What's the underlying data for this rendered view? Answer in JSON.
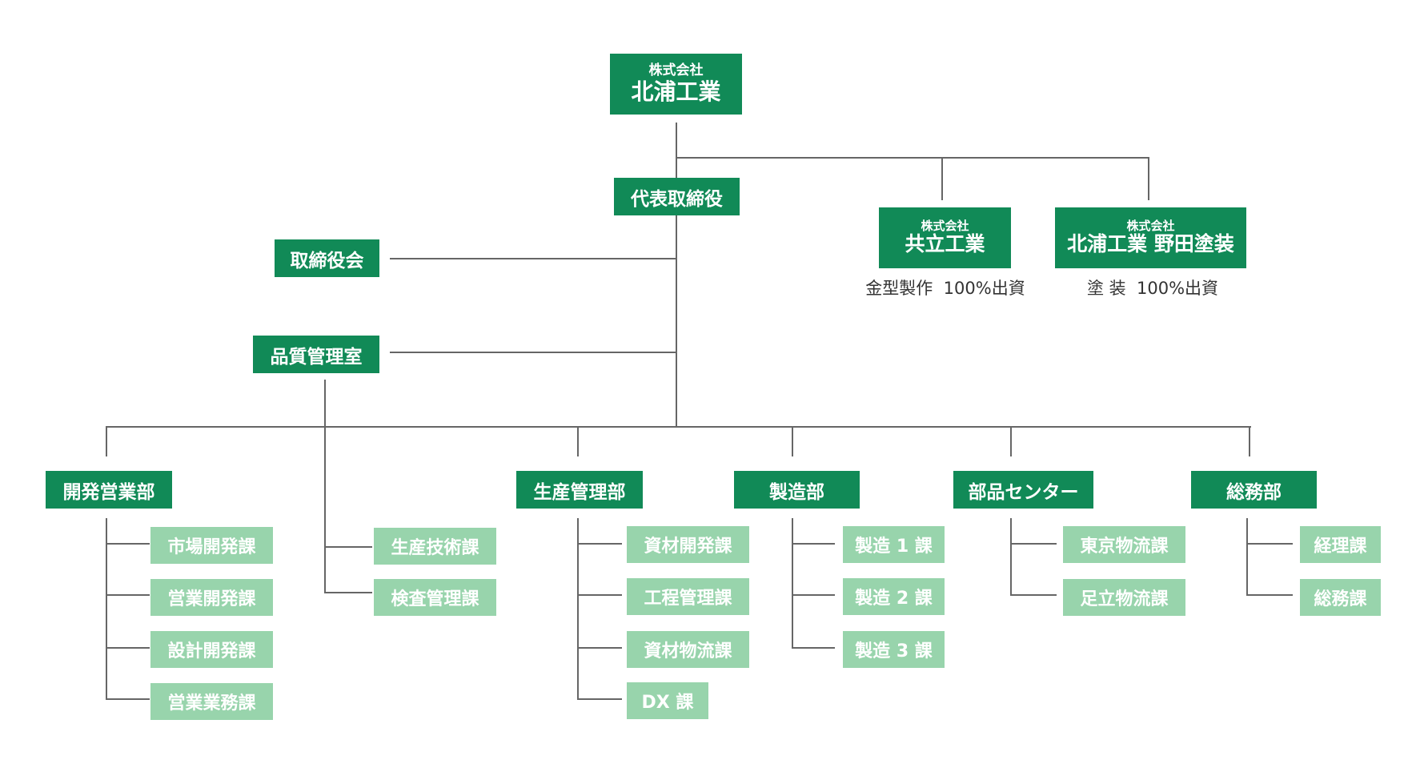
{
  "company": {
    "prefix": "株式会社",
    "name": "北浦工業"
  },
  "president": "代表取締役",
  "board": "取締役会",
  "quality": "品質管理室",
  "subsidiaries": [
    {
      "prefix": "株式会社",
      "name": "共立工業",
      "business": "金型製作",
      "investment": "100%出資"
    },
    {
      "prefix": "株式会社",
      "name": "北浦工業 野田塗装",
      "business": "塗 装",
      "investment": "100%出資"
    }
  ],
  "quality_sections": [
    "生産技術課",
    "検査管理課"
  ],
  "departments": [
    {
      "name": "開発営業部",
      "sections": [
        "市場開発課",
        "営業開発課",
        "設計開発課",
        "営業業務課"
      ]
    },
    {
      "name": "生産管理部",
      "sections": [
        "資材開発課",
        "工程管理課",
        "資材物流課",
        "DX 課"
      ]
    },
    {
      "name": "製造部",
      "sections": [
        "製造 1 課",
        "製造 2 課",
        "製造 3 課"
      ]
    },
    {
      "name": "部品センター",
      "sections": [
        "東京物流課",
        "足立物流課"
      ]
    },
    {
      "name": "総務部",
      "sections": [
        "経理課",
        "総務課"
      ]
    }
  ],
  "colors": {
    "dark_green": "#118a57",
    "light_green": "#98d4ac",
    "line": "#666666"
  }
}
